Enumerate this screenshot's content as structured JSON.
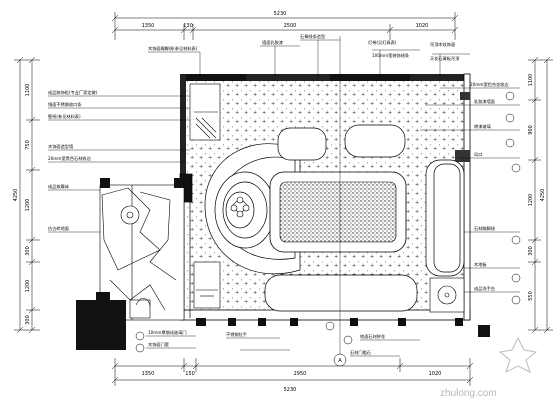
{
  "drawing": {
    "top_dims": {
      "overall": "5230",
      "segments": [
        "1350",
        "130",
        "2500",
        "1020"
      ]
    },
    "bottom_dims": {
      "overall": "5230",
      "segments": [
        "1350",
        "150",
        "2950",
        "1020"
      ]
    },
    "left_dims": {
      "overall": "4250",
      "segments": [
        "1100",
        "750",
        "1200",
        "300",
        "1200",
        "300"
      ]
    },
    "right_dims": {
      "overall": "4250",
      "segments": [
        "1100",
        "900",
        "1200",
        "300",
        "550"
      ]
    },
    "top_notes": [
      "木饰面踢脚线(参见材料表)",
      "墙面乳胶漆",
      "石膏线条造型",
      "灯带(见灯具表)",
      "100mm宽装饰线条",
      "吊顶木纹饰面",
      "天花石膏板吊顶"
    ],
    "left_notes": [
      "成品装饰柜(专业厂家定做)",
      "镜面不锈钢收口条",
      "壁纸(参见材料表)",
      "木饰面造型墙",
      "20mm宽黑色石材收边",
      "成品按摩床",
      "仿古砖地面"
    ],
    "right_notes": [
      "20mm宽铝合金收边",
      "乳胶漆墙面",
      "烤漆玻璃",
      "风口",
      "石材踢脚线",
      "木地板",
      "成品洗手台"
    ],
    "bottom_notes": [
      "10mm厚钢化玻璃门",
      "木饰面门套",
      "不锈钢拉手",
      "地面石材拼花",
      "石材门槛石"
    ],
    "section_label": "A",
    "watermark": "zhulong.com"
  }
}
